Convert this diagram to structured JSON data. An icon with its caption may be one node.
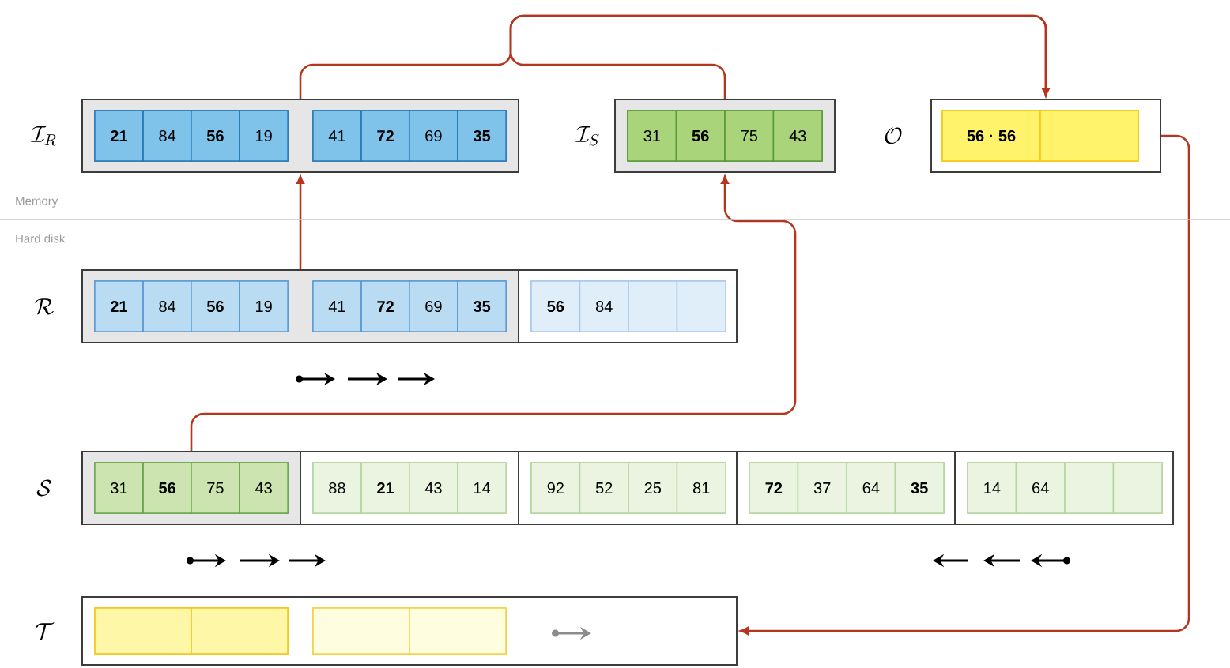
{
  "diagram": {
    "nodes": [
      {
        "text": [
          "\\mathcal{I}_R"
        ]
      },
      {
        "text": [
          "**21**",
          "84",
          "**56**",
          "19"
        ],
        "in": 0
      },
      {
        "text": [
          "41",
          "**72**",
          "69",
          "**35**"
        ],
        "in": 0
      },
      {
        "text": [
          "\\mathcal{I}_S"
        ]
      },
      {
        "text": [
          "31",
          "**56**",
          "75",
          "43"
        ],
        "in": 3
      },
      {
        "text": [
          "\\mathcal{O}"
        ]
      },
      {
        "text": [
          "**56 · 56**"
        ],
        "in": 5
      },
      {
        "text": [
          "\\mathcal{R}"
        ]
      },
      {
        "text": [],
        "shape": "box",
        "in": 7
      },
      {
        "text": [
          "**21**",
          "84",
          "**56**",
          "19"
        ],
        "in": 8
      },
      {
        "text": [
          "41",
          "**72**",
          "69",
          "**35**"
        ],
        "in": 8
      },
      {
        "text": [
          "**56**",
          "84"
        ],
        "in": 7
      },
      {
        "text": [
          "\\mathcal{S}"
        ]
      },
      {
        "text": [],
        "shape": "box",
        "in": 12
      },
      {
        "text": [
          "31",
          "**56**",
          "75",
          "43"
        ],
        "in": 13
      },
      {
        "text": [
          "88",
          "**21**",
          "43",
          "14"
        ],
        "in": 12
      },
      {
        "text": [
          "92",
          "52",
          "25",
          "81"
        ],
        "in": 12
      },
      {
        "text": [
          "**72**",
          "37",
          "64",
          "**35**"
        ],
        "in": 12
      },
      {
        "text": [
          "14",
          "64"
        ],
        "in": 12
      },
      {
        "text": [
          "\\mathcal{T}"
        ]
      },
      {
        "text": [],
        "shape": "box",
        "in": 19
      },
      {
        "text": [],
        "shape": "box",
        "in": 19
      }
    ],
    "edges": [
      {
        "from": 8,
        "to": 0,
        "arrow": "to"
      },
      {
        "from": 13,
        "to": 3,
        "arrow": "to"
      },
      {
        "from": 0,
        "to": 5,
        "arrow": "to"
      },
      {
        "from": 3,
        "to": 5,
        "arrow": "to"
      },
      {
        "from": 5,
        "to": 19,
        "arrow": "to"
      }
    ],
    "labels": [
      "Memory",
      "Hard disk"
    ]
  }
}
